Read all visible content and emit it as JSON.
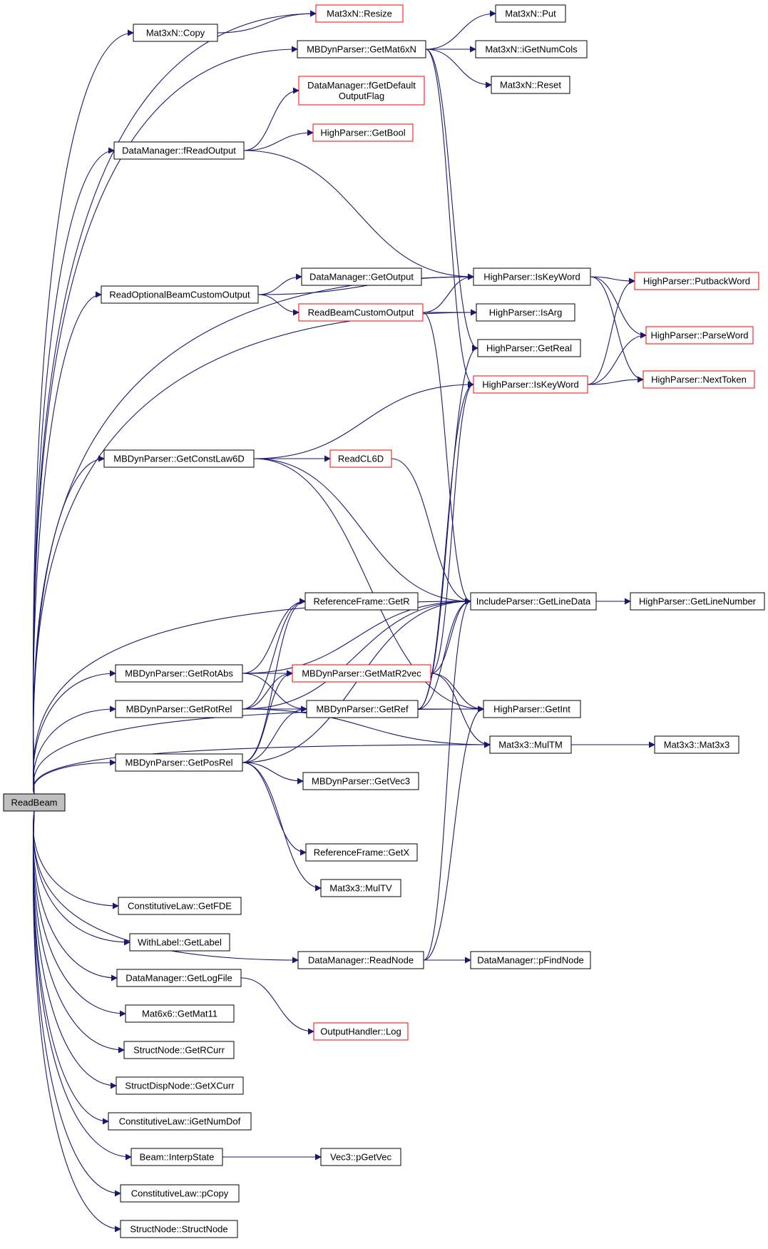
{
  "graph": {
    "edge_color": "#191970",
    "red_border_color": "#ff0000",
    "root_fill_color": "#bfbfbf",
    "nodes": [
      {
        "id": "root",
        "label": "ReadBeam",
        "style": "root"
      },
      {
        "id": "mat3xn-copy",
        "label": "Mat3xN::Copy",
        "style": "normal"
      },
      {
        "id": "mat3xn-resize",
        "label": "Mat3xN::Resize",
        "style": "red"
      },
      {
        "id": "mbdyn-getmat6xn",
        "label": "MBDynParser::GetMat6xN",
        "style": "normal"
      },
      {
        "id": "mat3xn-put",
        "label": "Mat3xN::Put",
        "style": "normal"
      },
      {
        "id": "mat3xn-igetnumcols",
        "label": "Mat3xN::iGetNumCols",
        "style": "normal"
      },
      {
        "id": "mat3xn-reset",
        "label": "Mat3xN::Reset",
        "style": "normal"
      },
      {
        "id": "dm-fgetdefaultoutputflag",
        "label": [
          "DataManager::fGetDefault",
          "OutputFlag"
        ],
        "style": "red"
      },
      {
        "id": "dm-freadoutput",
        "label": "DataManager::fReadOutput",
        "style": "normal"
      },
      {
        "id": "hp-getbool",
        "label": "HighParser::GetBool",
        "style": "red"
      },
      {
        "id": "readoptionalbeamcustomoutput",
        "label": "ReadOptionalBeamCustomOutput",
        "style": "normal"
      },
      {
        "id": "dm-getoutput",
        "label": "DataManager::GetOutput",
        "style": "normal"
      },
      {
        "id": "readbeamcustomoutput",
        "label": "ReadBeamCustomOutput",
        "style": "red"
      },
      {
        "id": "hp-iskeyword-1",
        "label": "HighParser::IsKeyWord",
        "style": "normal"
      },
      {
        "id": "hp-putbackword",
        "label": "HighParser::PutbackWord",
        "style": "red"
      },
      {
        "id": "hp-isarg",
        "label": "HighParser::IsArg",
        "style": "normal"
      },
      {
        "id": "hp-parseword",
        "label": "HighParser::ParseWord",
        "style": "red"
      },
      {
        "id": "hp-getreal",
        "label": "HighParser::GetReal",
        "style": "normal"
      },
      {
        "id": "hp-iskeyword-2",
        "label": "HighParser::IsKeyWord",
        "style": "red"
      },
      {
        "id": "hp-nexttoken",
        "label": "HighParser::NextToken",
        "style": "red"
      },
      {
        "id": "mbdyn-getconstlaw6d",
        "label": "MBDynParser::GetConstLaw6D",
        "style": "normal"
      },
      {
        "id": "readcl6d",
        "label": "ReadCL6D",
        "style": "red"
      },
      {
        "id": "rf-getr",
        "label": "ReferenceFrame::GetR",
        "style": "normal"
      },
      {
        "id": "ip-getlinedata",
        "label": "IncludeParser::GetLineData",
        "style": "normal"
      },
      {
        "id": "hp-getlinenumber",
        "label": "HighParser::GetLineNumber",
        "style": "normal"
      },
      {
        "id": "mbdyn-getrotabs",
        "label": "MBDynParser::GetRotAbs",
        "style": "normal"
      },
      {
        "id": "mbdyn-getmatr2vec",
        "label": "MBDynParser::GetMatR2vec",
        "style": "red"
      },
      {
        "id": "mbdyn-getrotrel",
        "label": "MBDynParser::GetRotRel",
        "style": "normal"
      },
      {
        "id": "mbdyn-getref",
        "label": "MBDynParser::GetRef",
        "style": "normal"
      },
      {
        "id": "hp-getint",
        "label": "HighParser::GetInt",
        "style": "normal"
      },
      {
        "id": "mat3x3-multm",
        "label": "Mat3x3::MulTM",
        "style": "normal"
      },
      {
        "id": "mat3x3-mat3x3",
        "label": "Mat3x3::Mat3x3",
        "style": "normal"
      },
      {
        "id": "mbdyn-getposrel",
        "label": "MBDynParser::GetPosRel",
        "style": "normal"
      },
      {
        "id": "mbdyn-getvec3",
        "label": "MBDynParser::GetVec3",
        "style": "normal"
      },
      {
        "id": "rf-getx",
        "label": "ReferenceFrame::GetX",
        "style": "normal"
      },
      {
        "id": "mat3x3-multv",
        "label": "Mat3x3::MulTV",
        "style": "normal"
      },
      {
        "id": "cl-getfde",
        "label": "ConstitutiveLaw::GetFDE",
        "style": "normal"
      },
      {
        "id": "withlabel-getlabel",
        "label": "WithLabel::GetLabel",
        "style": "normal"
      },
      {
        "id": "dm-readnode",
        "label": "DataManager::ReadNode",
        "style": "normal"
      },
      {
        "id": "dm-pfindnode",
        "label": "DataManager::pFindNode",
        "style": "normal"
      },
      {
        "id": "dm-getlogfile",
        "label": "DataManager::GetLogFile",
        "style": "normal"
      },
      {
        "id": "mat6x6-getmat11",
        "label": "Mat6x6::GetMat11",
        "style": "normal"
      },
      {
        "id": "oh-log",
        "label": "OutputHandler::Log",
        "style": "red"
      },
      {
        "id": "sn-getrcurr",
        "label": "StructNode::GetRCurr",
        "style": "normal"
      },
      {
        "id": "sdn-getxcurr",
        "label": "StructDispNode::GetXCurr",
        "style": "normal"
      },
      {
        "id": "cl-igetnumdof",
        "label": "ConstitutiveLaw::iGetNumDof",
        "style": "normal"
      },
      {
        "id": "beam-interpstate",
        "label": "Beam::InterpState",
        "style": "normal"
      },
      {
        "id": "vec3-pgetvec",
        "label": "Vec3::pGetVec",
        "style": "normal"
      },
      {
        "id": "cl-pcopy",
        "label": "ConstitutiveLaw::pCopy",
        "style": "normal"
      },
      {
        "id": "sn-structnode",
        "label": "StructNode::StructNode",
        "style": "normal"
      }
    ]
  }
}
